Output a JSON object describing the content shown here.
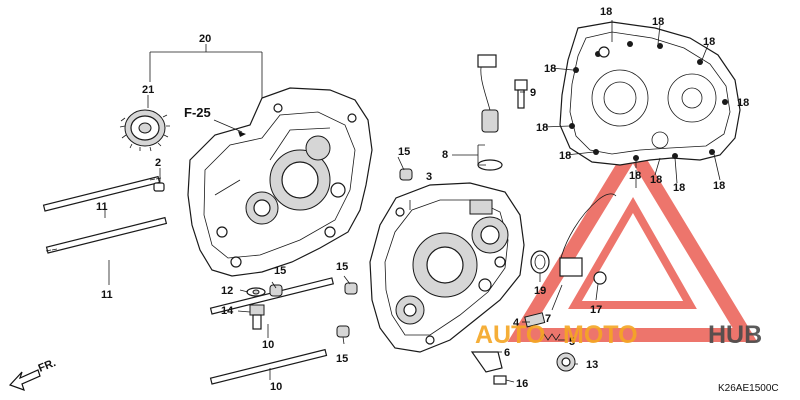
{
  "diagram": {
    "callouts": {
      "c2": "2",
      "c3": "3",
      "c4": "4",
      "c5": "5",
      "c6": "6",
      "c7": "7",
      "c8": "8",
      "c9": "9",
      "c10a": "10",
      "c10b": "10",
      "c11a": "11",
      "c11b": "11",
      "c12": "12",
      "c13": "13",
      "c14": "14",
      "c15a": "15",
      "c15b": "15",
      "c15c": "15",
      "c15d": "15",
      "c16": "16",
      "c17": "17",
      "c18a": "18",
      "c18b": "18",
      "c18c": "18",
      "c18d": "18",
      "c18e": "18",
      "c18f": "18",
      "c18g": "18",
      "c18h": "18",
      "c18i": "18",
      "c18j": "18",
      "c18k": "18",
      "c19": "19",
      "c20": "20",
      "c21": "21"
    },
    "reference_label": "F-25",
    "front_label": "FR.",
    "diagram_code": "K26AE1500C"
  },
  "watermark": {
    "text_left": "AUTO",
    "text_mid": "MOTO",
    "text_right": "HUB",
    "color_orange": "#f5a623",
    "color_red": "#e8473c",
    "color_gray": "#4a4a4a"
  }
}
